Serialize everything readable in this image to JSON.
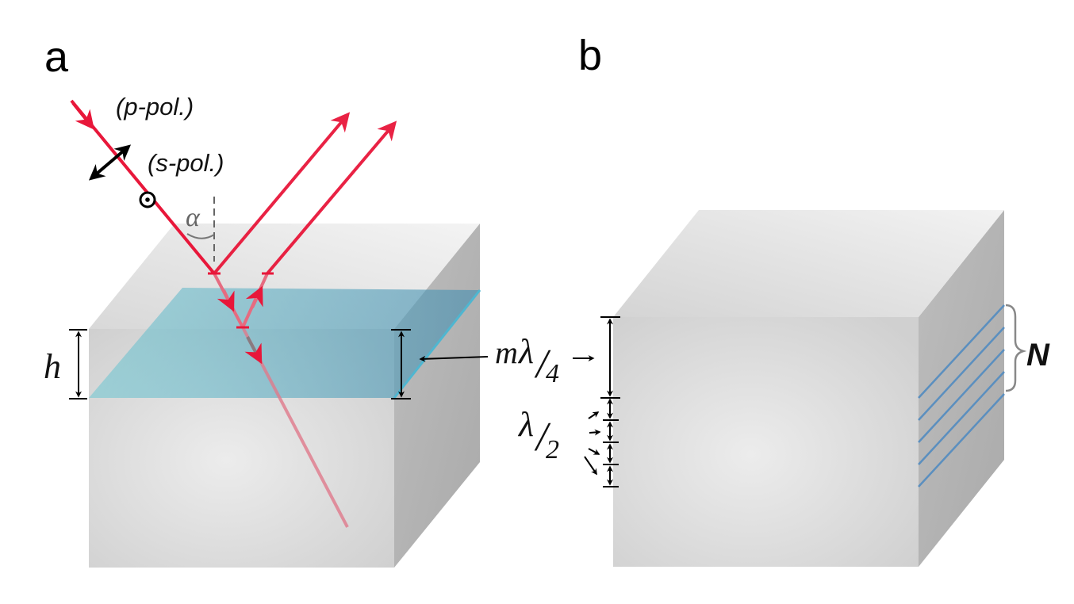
{
  "panels": [
    {
      "id": "a",
      "label": "a"
    },
    {
      "id": "b",
      "label": "b"
    }
  ],
  "panel_a": {
    "polarizations": [
      "(p-pol.)",
      "(s-pol.)"
    ],
    "angle_symbol": "α",
    "thickness_symbol": "h",
    "layer_thickness": {
      "m": "m",
      "lambda": "λ",
      "slash": "/",
      "denominator": "4"
    }
  },
  "panel_b": {
    "spacing": {
      "lambda": "λ",
      "slash": "/",
      "denominator": "2"
    },
    "repeat_symbol": "N"
  },
  "colors": {
    "beam": "#e8173a",
    "layer_cyan": "#35c2c9",
    "layer_blue": "#4a7fd0",
    "block_front": "#d8d8d8",
    "block_top": "#e2e2e2",
    "block_side": "#b8b8b8"
  }
}
